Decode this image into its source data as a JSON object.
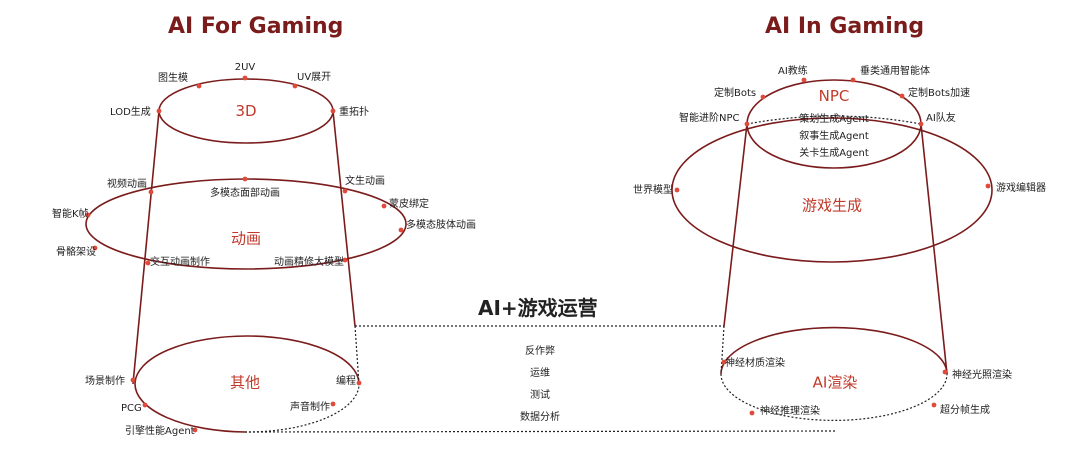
{
  "left": {
    "title": "AI For Gaming",
    "sections": {
      "three_d": "3D",
      "animation": "动画",
      "other": "其他"
    },
    "labels_3d": [
      "2UV",
      "图生模",
      "UV展开",
      "LOD生成",
      "重拓扑"
    ],
    "labels_anim": [
      "视频动画",
      "多模态面部动画",
      "文生动画",
      "蒙皮绑定",
      "智能K帧",
      "多模态肢体动画",
      "骨骼架设",
      "交互动画制作",
      "动画精修大模型"
    ],
    "labels_other": [
      "场景制作",
      "编程",
      "PCG",
      "声音制作",
      "引擎性能Agent"
    ]
  },
  "middle": {
    "title": "AI+游戏运营",
    "items": [
      "反作弊",
      "运维",
      "测试",
      "数据分析"
    ]
  },
  "right": {
    "title": "AI In Gaming",
    "sections": {
      "npc": "NPC",
      "game_gen": "游戏生成",
      "render": "AI渲染"
    },
    "labels_npc": [
      "AI教练",
      "垂类通用智能体",
      "定制Bots",
      "定制Bots加速",
      "智能进阶NPC",
      "AI队友",
      "策划生成Agent",
      "叙事生成Agent",
      "关卡生成Agent"
    ],
    "labels_gen": [
      "世界模型",
      "游戏编辑器"
    ],
    "labels_render": [
      "神经材质渲染",
      "神经光照渲染",
      "神经推理渲染",
      "超分帧生成"
    ]
  },
  "colors": {
    "title": "#7b1c1c",
    "line": "#7b1c1c",
    "dot": "#e04a3a",
    "section_text": "#c0392b"
  }
}
